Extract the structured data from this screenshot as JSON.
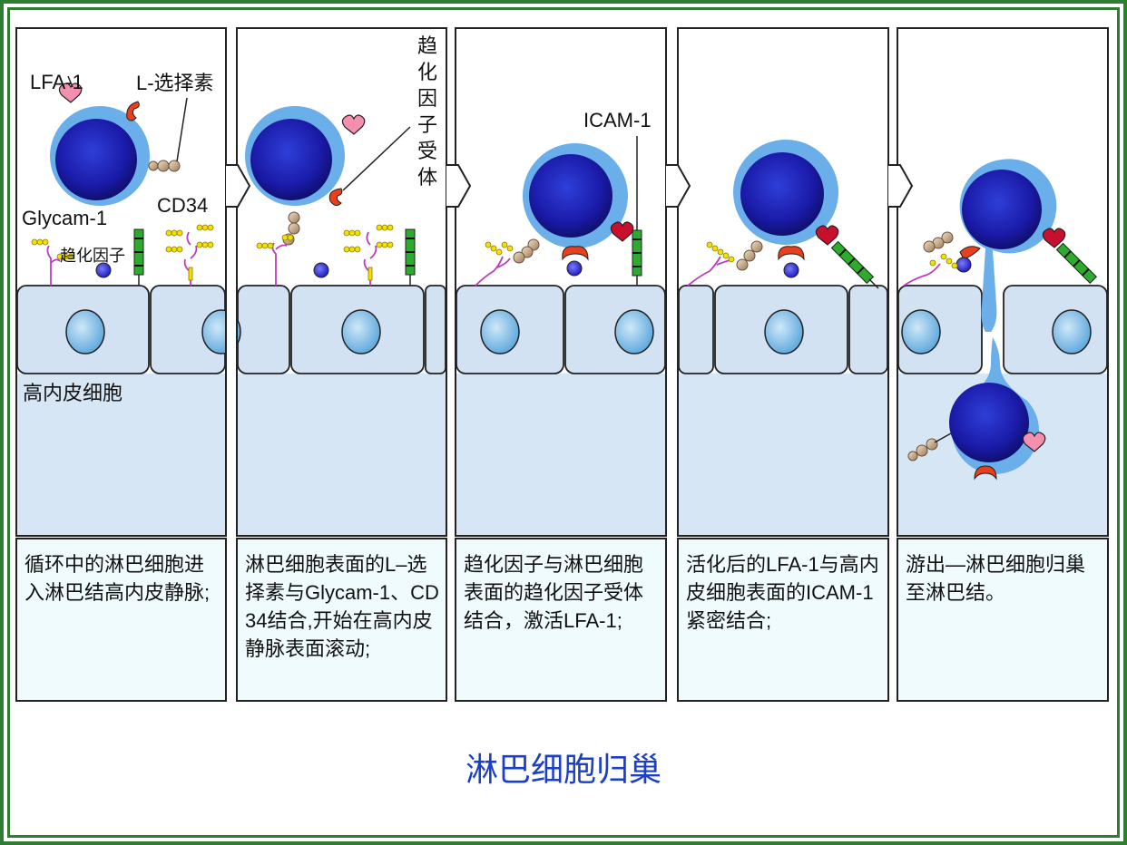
{
  "labels": {
    "lfa1": "LFA-1",
    "l_selectin": "L-选择素",
    "glycam1": "Glycam-1",
    "cd34": "CD34",
    "chemokine": "趋化因子",
    "hev": "高内皮细胞",
    "chemokine_receptor": "趋化因子受体",
    "icam1": "ICAM-1"
  },
  "captions": [
    "循环中的淋巴细胞进入淋巴结高内皮静脉;",
    "淋巴细胞表面的L–选择素与Glycam-1、CD34结合,开始在高内皮静脉表面滚动;",
    "趋化因子与淋巴细胞表面的趋化因子受体结合，激活LFA-1;",
    "活化后的LFA-1与高内皮细胞表面的ICAM-1紧密结合;",
    "游出—淋巴细胞归巢至淋巴结。"
  ],
  "title": "淋巴细胞归巢",
  "colors": {
    "frame": "#2e7d32",
    "title": "#1b3fc7",
    "cell_core": "#1a1aa8",
    "cell_halo": "#6aaeea",
    "endothelium": "#d3e2f2",
    "lfa1": "#f58fb0",
    "l_selectin": "#e8401c",
    "icam1": "#c8102e",
    "cd34_bar": "#2eaa2e"
  }
}
